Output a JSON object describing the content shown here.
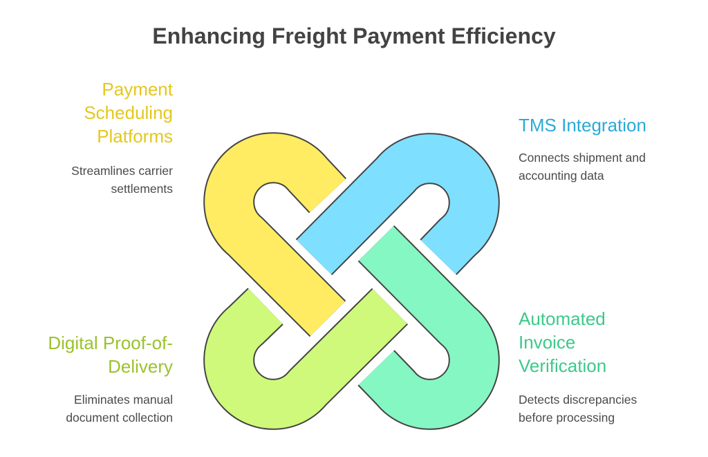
{
  "title": "Enhancing Freight Payment Efficiency",
  "items": [
    {
      "heading": "Payment Scheduling Platforms",
      "heading_lines": [
        "Payment",
        "Scheduling",
        "Platforms"
      ],
      "description_lines": [
        "Streamlines carrier",
        "settlements"
      ],
      "color": "#E3C81E",
      "fill": "#FFEC62"
    },
    {
      "heading": "TMS Integration",
      "heading_lines": [
        "TMS Integration"
      ],
      "description_lines": [
        "Connects shipment and",
        "accounting data"
      ],
      "color": "#2AAAD9",
      "fill": "#7EDFFF"
    },
    {
      "heading": "Digital Proof-of-Delivery",
      "heading_lines": [
        "Digital Proof-of-",
        "Delivery"
      ],
      "description_lines": [
        "Eliminates manual",
        "document collection"
      ],
      "color": "#9BC22C",
      "fill": "#CFF97A"
    },
    {
      "heading": "Automated Invoice Verification",
      "heading_lines": [
        "Automated",
        "Invoice",
        "Verification"
      ],
      "description_lines": [
        "Detects discrepancies",
        "before processing"
      ],
      "color": "#3CC98A",
      "fill": "#85F7C2"
    }
  ]
}
